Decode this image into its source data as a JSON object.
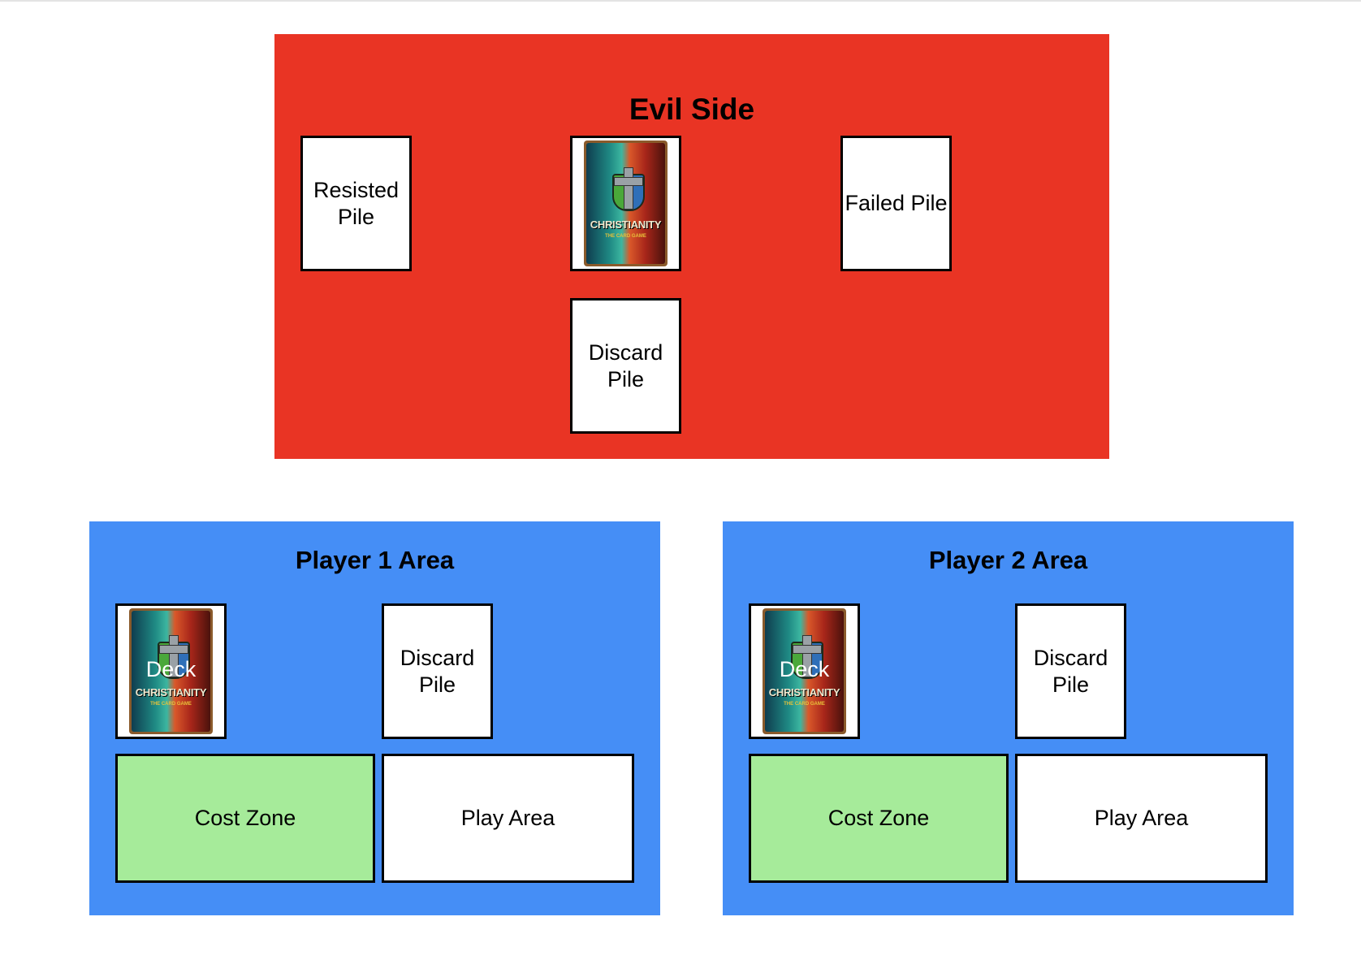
{
  "evil_side": {
    "title": "Evil Side",
    "resisted_pile": "Resisted Pile",
    "failed_pile": "Failed Pile",
    "discard_pile": "Discard Pile",
    "deck_card": {
      "logo_title": "CHRISTIANITY",
      "logo_subtitle": "THE CARD GAME"
    }
  },
  "players": [
    {
      "title": "Player 1 Area",
      "deck_label": "Deck",
      "discard_pile": "Discard Pile",
      "cost_zone": "Cost Zone",
      "play_area": "Play Area",
      "deck_card": {
        "logo_title": "CHRISTIANITY",
        "logo_subtitle": "THE CARD GAME"
      }
    },
    {
      "title": "Player 2 Area",
      "deck_label": "Deck",
      "discard_pile": "Discard Pile",
      "cost_zone": "Cost Zone",
      "play_area": "Play Area",
      "deck_card": {
        "logo_title": "CHRISTIANITY",
        "logo_subtitle": "THE CARD GAME"
      }
    }
  ],
  "colors": {
    "evil": "#e93424",
    "player": "#458ef6",
    "cost_zone": "#a6eb9a"
  }
}
